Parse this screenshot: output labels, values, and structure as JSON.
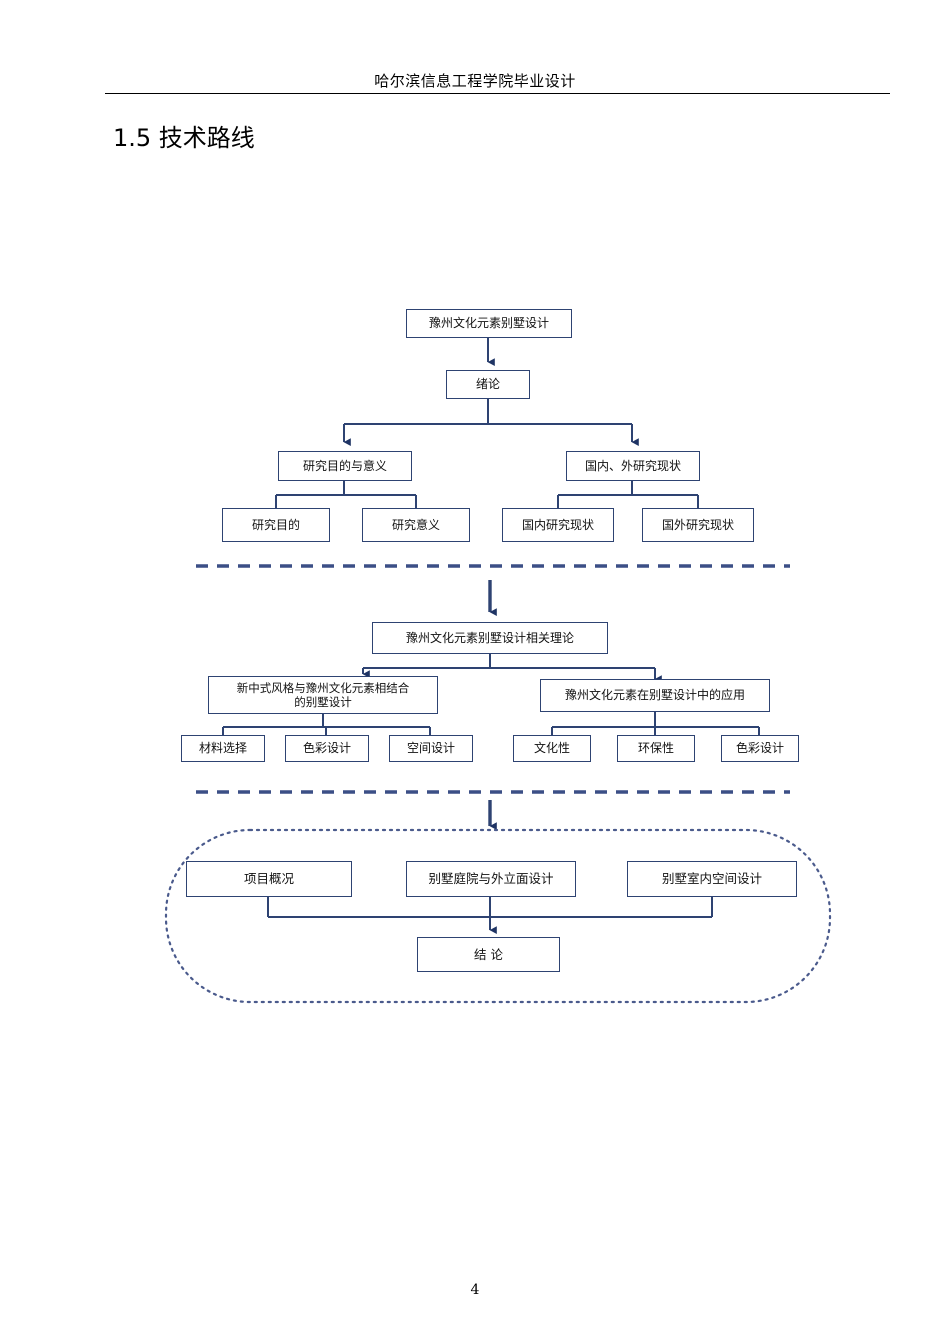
{
  "document": {
    "header": "哈尔滨信息工程学院毕业设计",
    "section_number": "1.5",
    "section_title": "技术路线",
    "section_heading": "1.5  技术路线",
    "page_number": "4"
  },
  "colors": {
    "box_border": "#2e4372",
    "connector": "#2e4372",
    "arrow": "#1f3464",
    "divider_dashed": "#3b4f86",
    "container_dotted": "#4a5a8c",
    "text": "#111111",
    "rule": "#000000"
  },
  "flowchart": {
    "type": "tree-diagram",
    "stage1": {
      "root": "豫州文化元素别墅设计",
      "intro": "绪论",
      "branches": [
        {
          "label": "研究目的与意义",
          "children": [
            "研究目的",
            "研究意义"
          ]
        },
        {
          "label": "国内、外研究现状",
          "children": [
            "国内研究现状",
            "国外研究现状"
          ]
        }
      ]
    },
    "divider_1": "dashed-separator",
    "stage2": {
      "root": "豫州文化元素别墅设计相关理论",
      "branches": [
        {
          "label": "新中式风格与豫州文化元素相结合的别墅设计",
          "label_line1": "新中式风格与豫州文化元素相结合",
          "label_line2": "的别墅设计",
          "children": [
            "材料选择",
            "色彩设计",
            "空间设计"
          ]
        },
        {
          "label": "豫州文化元素在别墅设计中的应用",
          "children": [
            "文化性",
            "环保性",
            "色彩设计"
          ]
        }
      ]
    },
    "divider_2": "dashed-separator",
    "stage3": {
      "container": "dotted-rounded-group",
      "items": [
        "项目概况",
        "别墅庭院与外立面设计",
        "别墅室内空间设计"
      ],
      "conclusion": "结  论"
    }
  }
}
